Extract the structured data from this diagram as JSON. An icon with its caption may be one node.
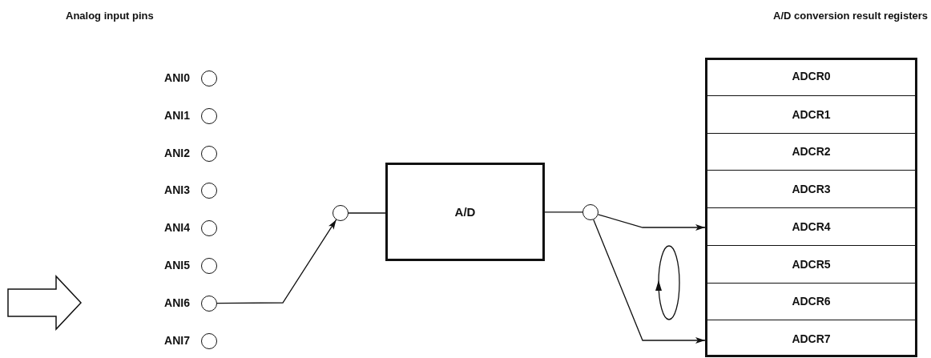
{
  "diagram": {
    "nodes": [
      {
        "text": [],
        "shape": "circle",
        "beside": [
          "ANI0"
        ]
      },
      {
        "text": [],
        "shape": "circle",
        "beside": [
          "ANI1"
        ]
      },
      {
        "text": [],
        "shape": "circle",
        "beside": [
          "ANI2"
        ]
      },
      {
        "text": [],
        "shape": "circle",
        "beside": [
          "ANI3"
        ]
      },
      {
        "text": [],
        "shape": "circle",
        "beside": [
          "ANI4"
        ]
      },
      {
        "text": [],
        "shape": "circle",
        "beside": [
          "ANI5"
        ]
      },
      {
        "text": [],
        "shape": "circle",
        "beside": [
          "ANI6"
        ]
      },
      {
        "text": [],
        "shape": "circle",
        "beside": [
          "ANI7"
        ]
      },
      {
        "text": [],
        "shape": "circle"
      },
      {
        "text": [
          "A/D"
        ]
      },
      {
        "text": [],
        "shape": "circle"
      },
      {
        "text": [],
        "shape": "box"
      },
      {
        "text": [
          "ADCR0"
        ],
        "in": 11
      },
      {
        "text": [
          "ADCR1"
        ],
        "in": 11
      },
      {
        "text": [
          "ADCR2"
        ],
        "in": 11
      },
      {
        "text": [
          "ADCR3"
        ],
        "in": 11
      },
      {
        "text": [
          "ADCR4"
        ],
        "in": 11
      },
      {
        "text": [
          "ADCR5"
        ],
        "in": 11
      },
      {
        "text": [
          "ADCR6"
        ],
        "in": 11
      },
      {
        "text": [
          "ADCR7"
        ],
        "in": 11
      }
    ],
    "edges": [
      {
        "from": 6,
        "to": 8,
        "arrow": "to"
      },
      {
        "from": 8,
        "to": 9,
        "arrow": "none"
      },
      {
        "from": 9,
        "to": 10,
        "arrow": "none"
      },
      {
        "from": 10,
        "to": 16,
        "arrow": "to"
      },
      {
        "from": 10,
        "to": 19,
        "arrow": "to"
      }
    ],
    "labels": [
      "Analog input pins",
      "A/D conversion result registers"
    ]
  }
}
